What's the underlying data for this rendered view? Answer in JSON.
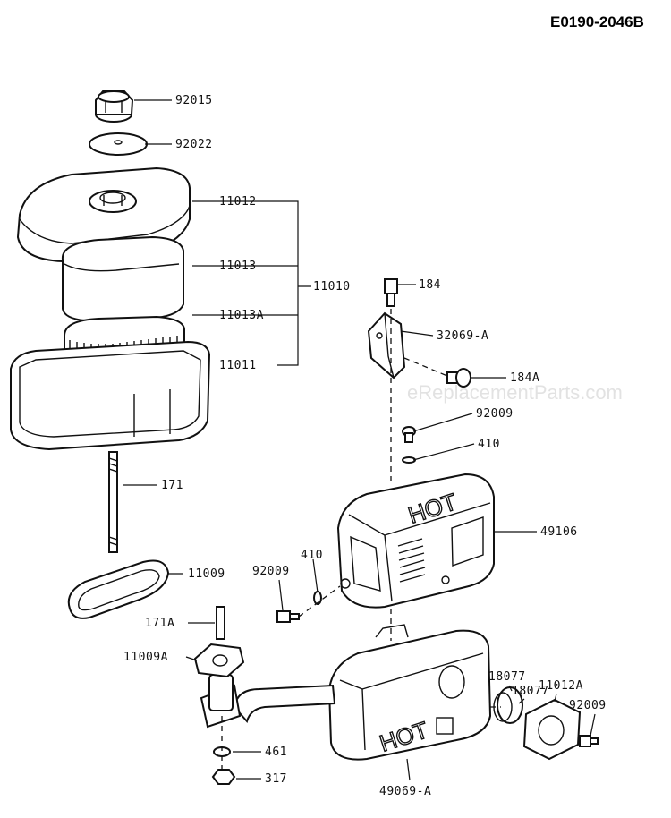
{
  "diagram_code": "E0190-2046B",
  "watermark": "eReplacementParts.com",
  "hot_label": "HOT",
  "labels": {
    "p92015": "92015",
    "p92022": "92022",
    "p11012": "11012",
    "p11013": "11013",
    "p11010": "11010",
    "p11013A": "11013A",
    "p11011": "11011",
    "p184": "184",
    "p32069A": "32069-A",
    "p184A": "184A",
    "p92009a": "92009",
    "p410a": "410",
    "p171": "171",
    "p49106": "49106",
    "p11009": "11009",
    "p410b": "410",
    "p92009b": "92009",
    "p171A": "171A",
    "p11009A": "11009A",
    "p18077a": "18077",
    "p18077b": "18077",
    "p11012A": "11012A",
    "p92009c": "92009",
    "p461": "461",
    "p317": "317",
    "p49069A": "49069-A"
  }
}
